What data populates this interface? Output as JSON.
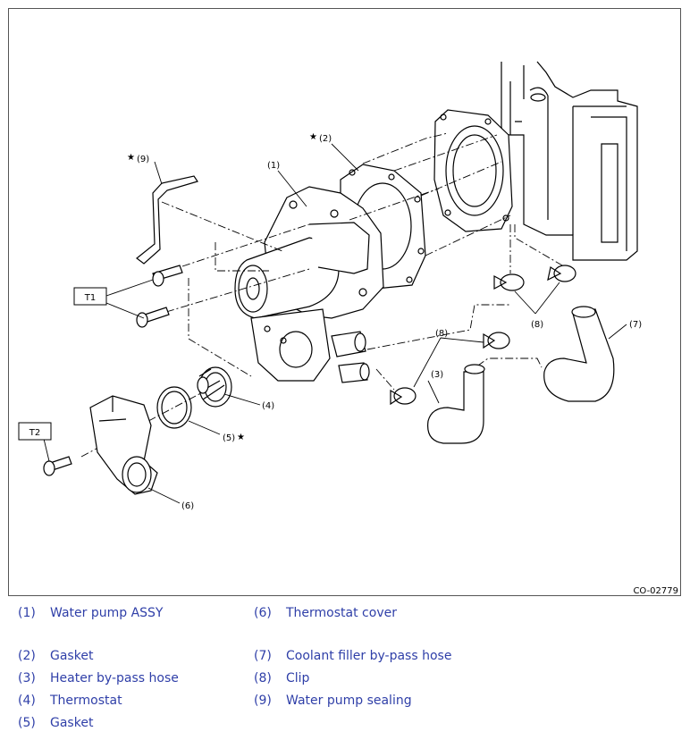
{
  "diagram": {
    "code": "CO-02779",
    "torque_labels": [
      "T1",
      "T2"
    ],
    "callouts": {
      "c1": "(1)",
      "c2": "(2)",
      "c3": "(3)",
      "c4": "(4)",
      "c5": "(5)",
      "c6": "(6)",
      "c7": "(7)",
      "c8a": "(8)",
      "c8b": "(8)",
      "c9": "(9)"
    },
    "star": "★"
  },
  "legend": [
    {
      "num": "(1)",
      "label": "Water pump ASSY"
    },
    {
      "num": "(2)",
      "label": "Gasket"
    },
    {
      "num": "(3)",
      "label": "Heater by-pass hose"
    },
    {
      "num": "(4)",
      "label": "Thermostat"
    },
    {
      "num": "(5)",
      "label": "Gasket"
    },
    {
      "num": "(6)",
      "label": "Thermostat cover"
    },
    {
      "num": "(7)",
      "label": "Coolant filler by-pass hose"
    },
    {
      "num": "(8)",
      "label": "Clip"
    },
    {
      "num": "(9)",
      "label": "Water pump sealing"
    }
  ],
  "colors": {
    "legend_text": "#2f3fa8",
    "line": "#000000"
  }
}
